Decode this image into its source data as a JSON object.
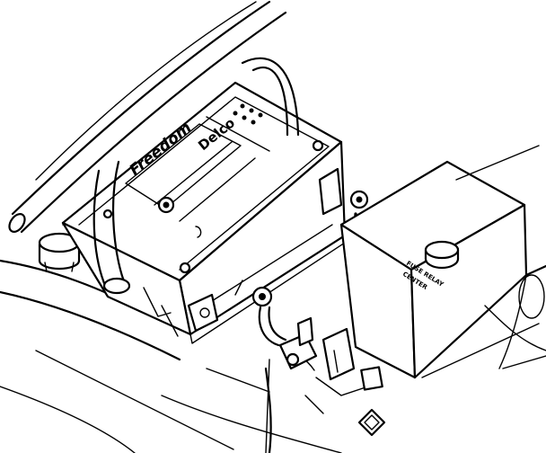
{
  "labels": {
    "battery_brand_top": "Delco",
    "battery_brand_side": "Freedom",
    "reservoir_line1": "FUSE RELAY",
    "reservoir_line2": "CENTER"
  },
  "colors": {
    "line": "#000000",
    "paper": "#ffffff"
  }
}
